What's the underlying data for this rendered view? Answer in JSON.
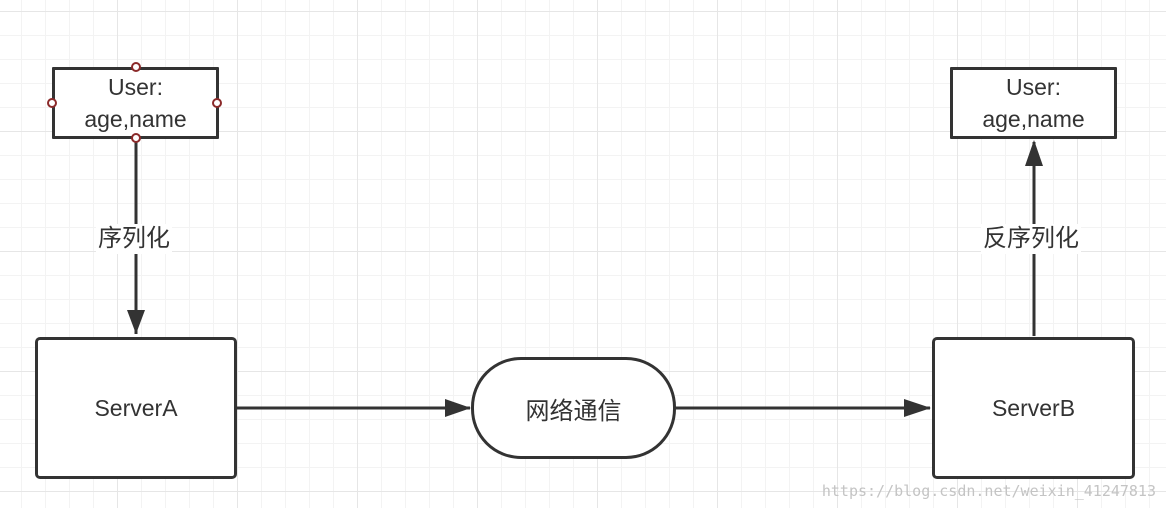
{
  "nodes": {
    "user_left": {
      "line1": "User:",
      "line2": "age,name"
    },
    "user_right": {
      "line1": "User:",
      "line2": "age,name"
    },
    "server_a": {
      "label": "ServerA"
    },
    "server_b": {
      "label": "ServerB"
    },
    "network": {
      "label": "网络通信"
    }
  },
  "edges": {
    "serialize": {
      "label": "序列化"
    },
    "deserialize": {
      "label": "反序列化"
    }
  },
  "watermark": "https://blog.csdn.net/weixin_41247813",
  "colors": {
    "stroke": "#333333",
    "handle": "#8b2a2a",
    "grid": "#e6e6e6"
  }
}
